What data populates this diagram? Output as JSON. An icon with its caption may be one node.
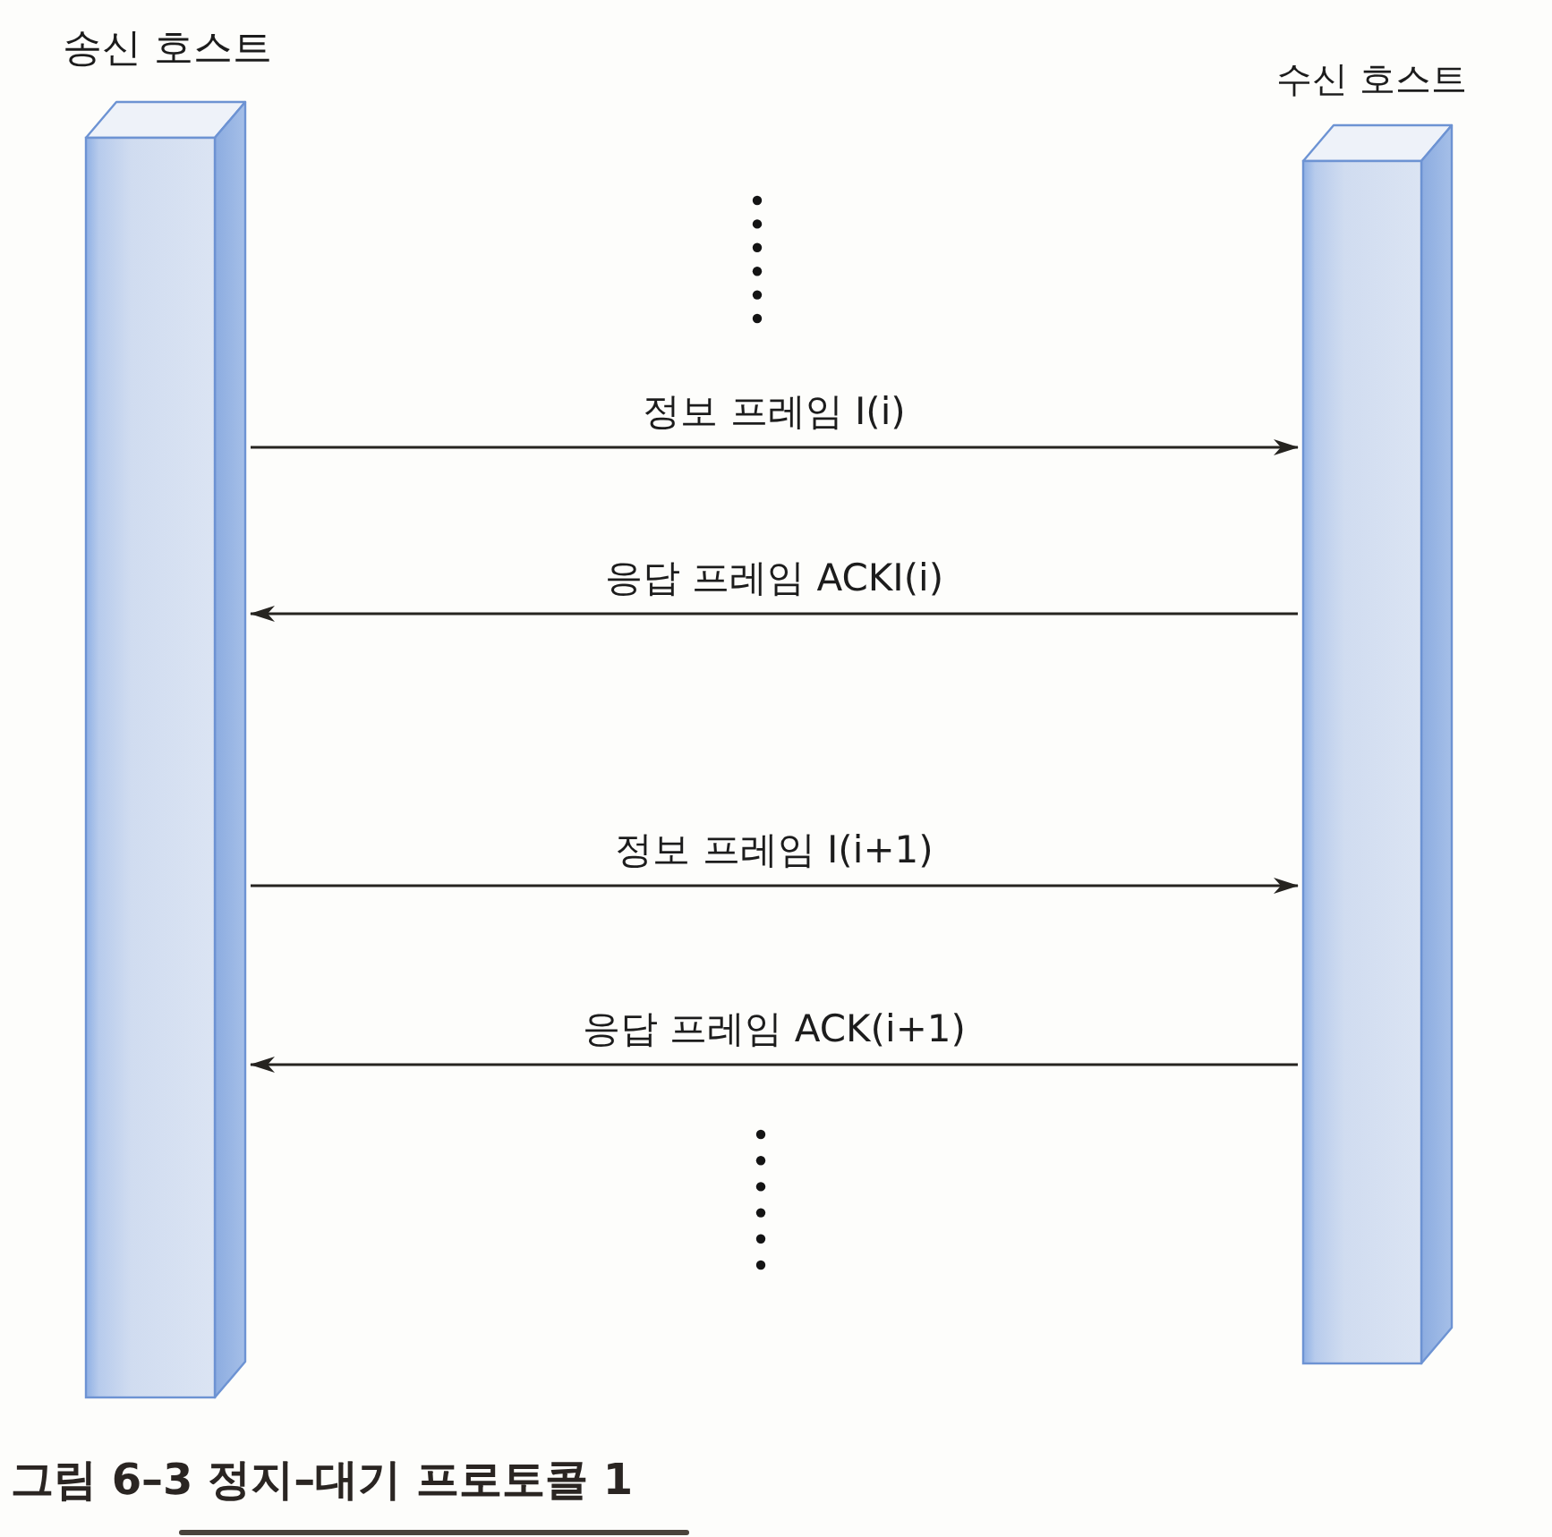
{
  "diagram": {
    "caption": "그림 6–3 정지–대기 프로토콜 1",
    "nodes": [
      {
        "text": [
          "송신 호스트"
        ]
      },
      {
        "text": [
          "수신 호스트"
        ]
      }
    ],
    "edges": [
      {
        "from": 0,
        "to": 1,
        "arrow": "to",
        "label": "정보 프레임 I(i)"
      },
      {
        "from": 1,
        "to": 0,
        "arrow": "to",
        "label": "응답 프레임 ACKI(i)"
      },
      {
        "from": 0,
        "to": 1,
        "arrow": "to",
        "label": "정보 프레임 I(i+1)"
      },
      {
        "from": 1,
        "to": 0,
        "arrow": "to",
        "label": "응답 프레임 ACK(i+1)"
      }
    ]
  }
}
